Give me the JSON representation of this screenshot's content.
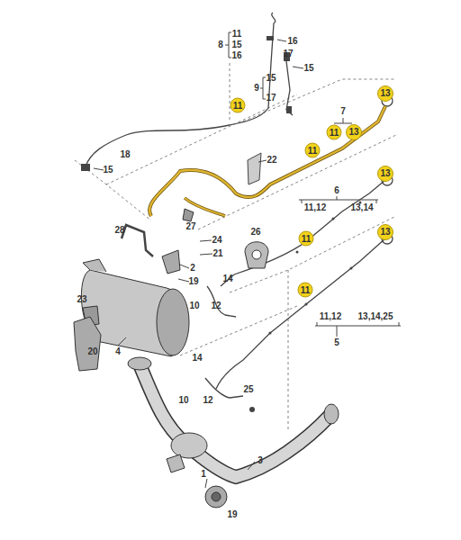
{
  "diagram": {
    "nodes": [
      {
        "text": [
          "13"
        ]
      },
      {
        "text": [
          "11"
        ]
      },
      {
        "text": [
          "11"
        ]
      },
      {
        "text": [
          "13"
        ]
      },
      {
        "text": [
          "11"
        ]
      },
      {
        "text": [
          "13"
        ]
      },
      {
        "text": [
          "11"
        ]
      },
      {
        "text": [
          "13"
        ]
      },
      {
        "text": [
          "11"
        ]
      }
    ],
    "labels": [
      "11",
      "15",
      "16",
      "8",
      "16",
      "17",
      "15",
      "15",
      "9",
      "17",
      "7",
      "18",
      "15",
      "22",
      "6",
      "11,12",
      "13,14",
      "27",
      "28",
      "26",
      "24",
      "21",
      "2",
      "19",
      "14",
      "23",
      "10",
      "12",
      "11,12",
      "13,14,25",
      "5",
      "20",
      "4",
      "14",
      "10",
      "12",
      "25",
      "3",
      "1",
      "19"
    ]
  }
}
